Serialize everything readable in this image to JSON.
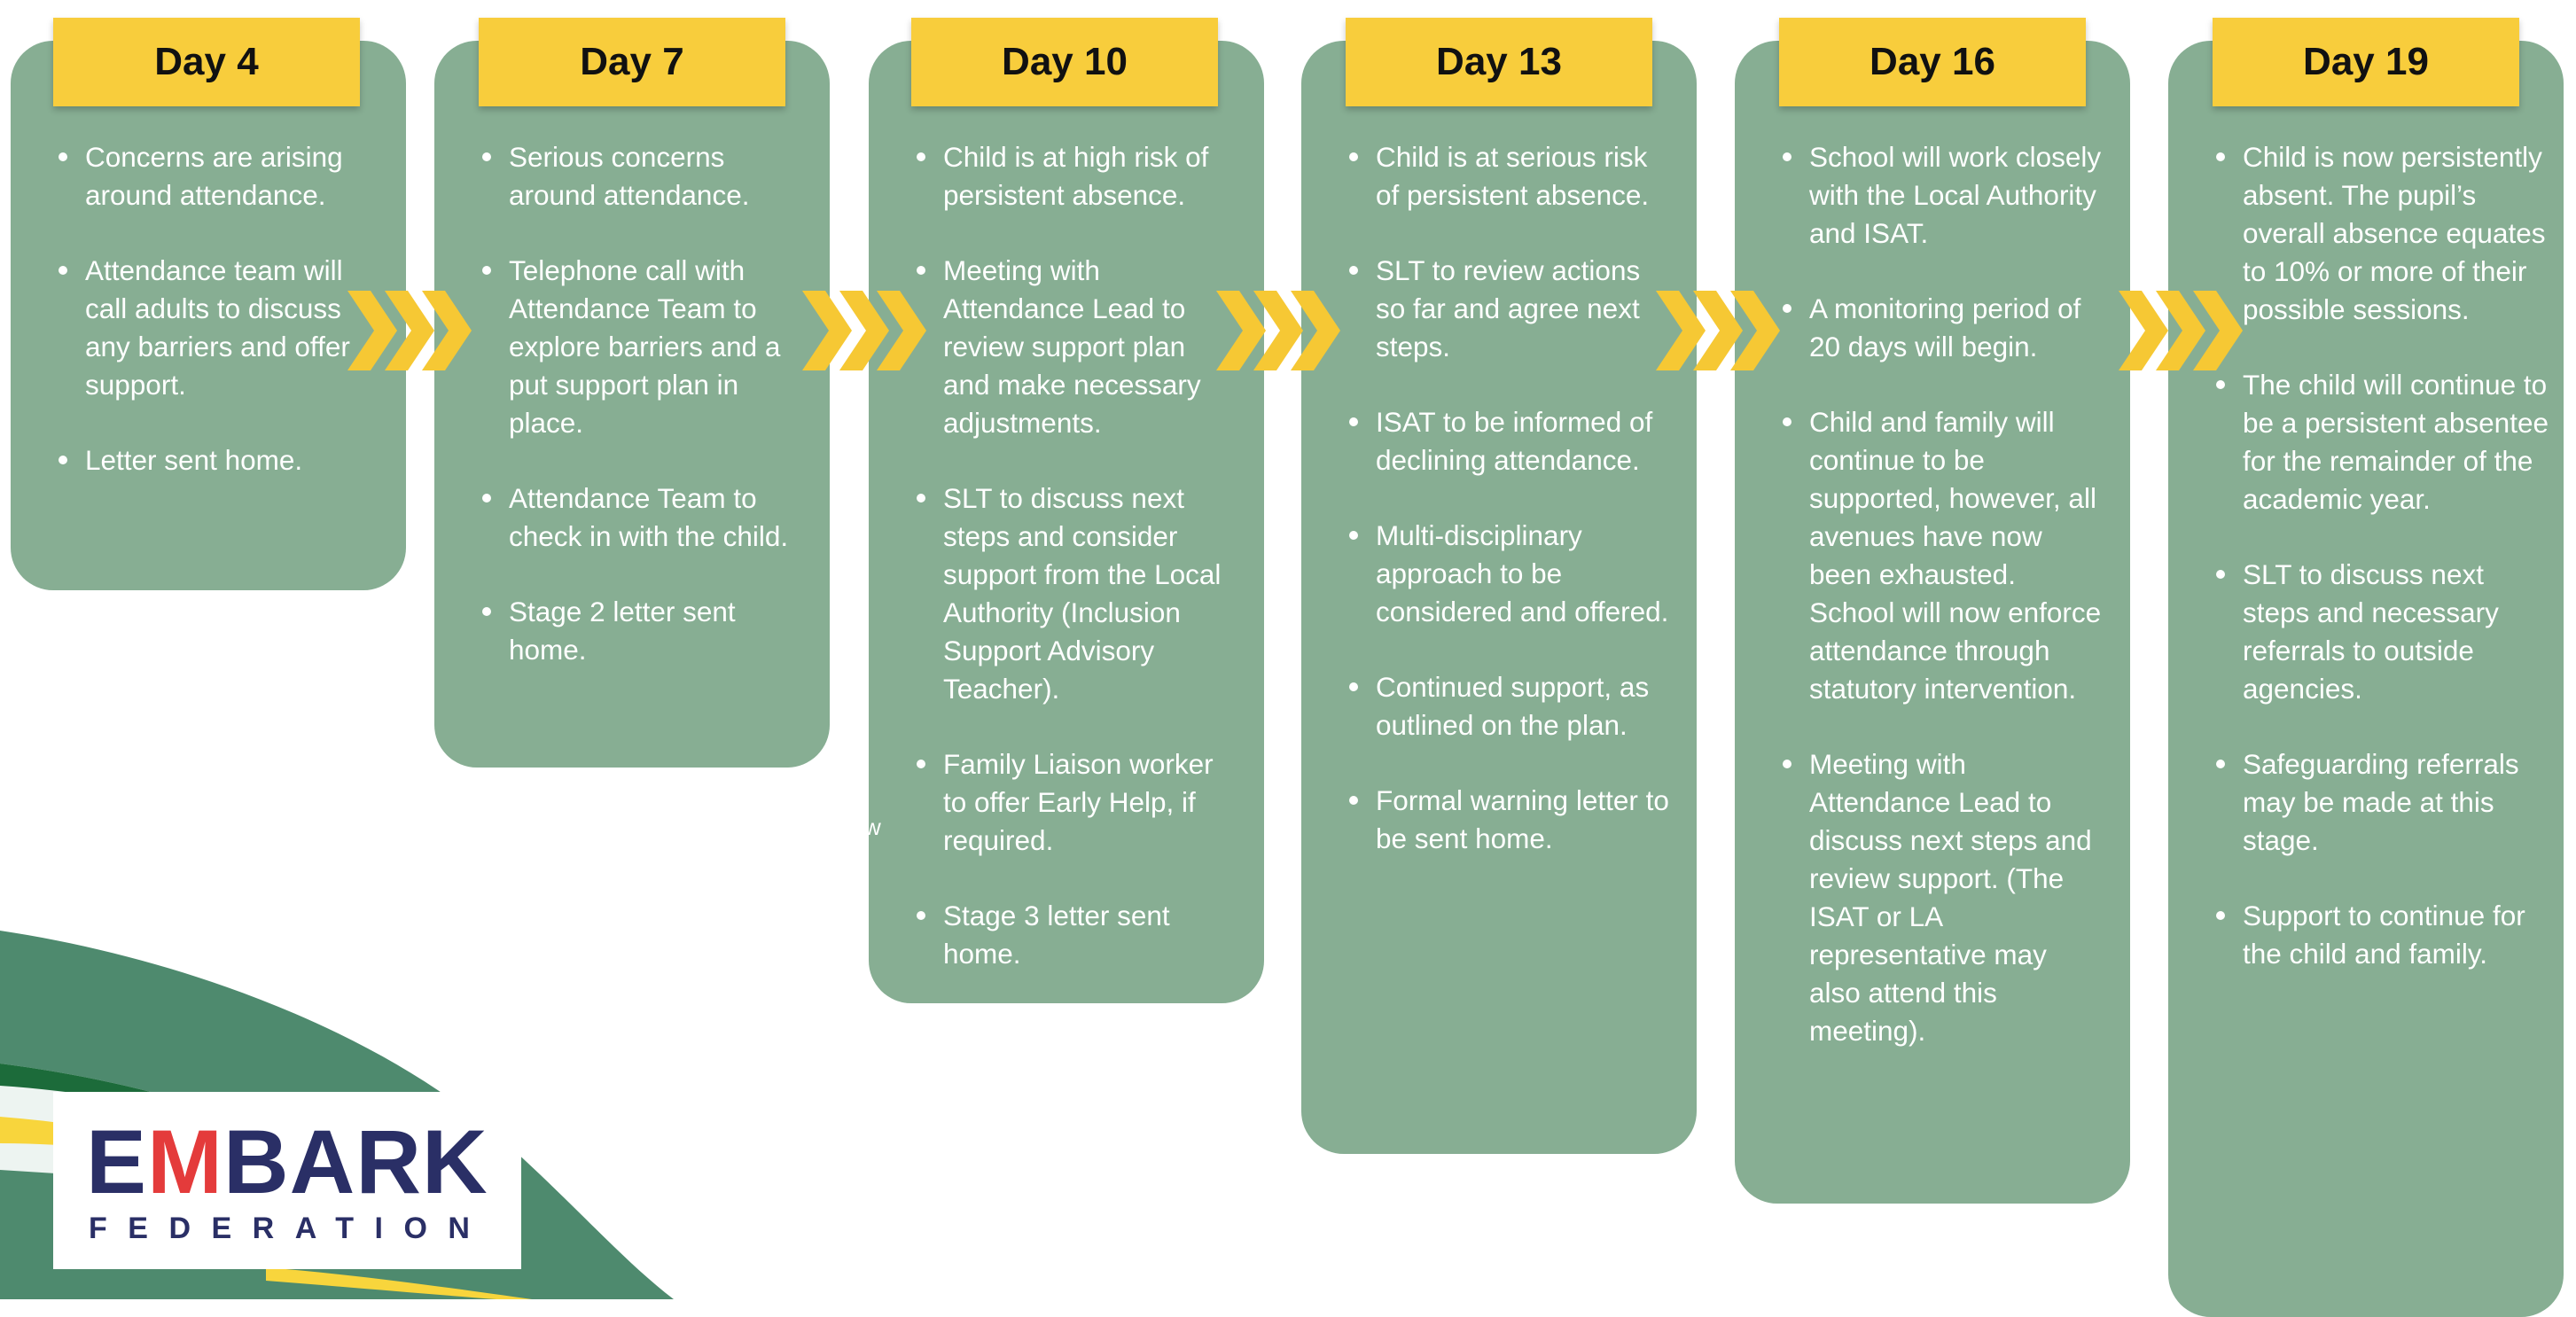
{
  "stages": [
    {
      "day": "Day 4",
      "points": [
        "Concerns are arising around attendance.",
        "Attendance team will call adults to discuss any barriers and offer support.",
        "Letter sent home."
      ]
    },
    {
      "day": "Day 7",
      "points": [
        "Serious concerns around attendance.",
        "Telephone call  with Attendance Team to explore barriers and a put support plan in place.",
        "Attendance Team to check in with the child.",
        "Stage 2 letter sent home."
      ]
    },
    {
      "day": "Day 10",
      "points": [
        "Child is at high risk of persistent absence.",
        "Meeting with Attendance Lead to review support plan and make necessary adjustments.",
        "SLT to discuss next steps and consider support from the Local Authority (Inclusion Support Advisory Teacher).",
        "Family Liaison worker to offer Early Help, if required.",
        "Stage 3 letter sent home."
      ]
    },
    {
      "day": "Day 13",
      "points": [
        "Child is at serious risk of persistent absence.",
        "SLT to review actions so far and agree next steps.",
        "ISAT to be informed of declining attendance.",
        "Multi-disciplinary approach to be considered and offered.",
        "Continued support, as outlined on the plan.",
        "Formal warning letter to be sent home."
      ]
    },
    {
      "day": "Day 16",
      "points": [
        "School will work closely with the Local Authority and ISAT.",
        "A monitoring period of 20 days will begin.",
        "Child and family will continue to be supported, however, all avenues have now been exhausted. School will now enforce attendance through statutory intervention.",
        "Meeting with Attendance Lead to discuss next steps and review support. (The ISAT or LA representative  may also attend this meeting)."
      ]
    },
    {
      "day": "Day 19",
      "points": [
        "Child is now persistently absent. The pupil’s overall absence equates to 10% or more of their possible sessions.",
        "The child will continue to be a persistent absentee for the remainder of the academic year.",
        "SLT to discuss next steps and necessary referrals to outside agencies.",
        "Safeguarding referrals may be made at this stage.",
        "Support to continue for the child and family."
      ]
    }
  ],
  "stray_text": "w",
  "logo": {
    "main_prefix": "E",
    "main_accent": "M",
    "main_suffix": "BARK",
    "sub": "FEDERATION"
  },
  "colors": {
    "card": "#87ae93",
    "tab": "#f8cd3c",
    "chevron": "#f6c834",
    "logo_navy": "#2a2f66",
    "logo_red": "#e43b3b"
  }
}
